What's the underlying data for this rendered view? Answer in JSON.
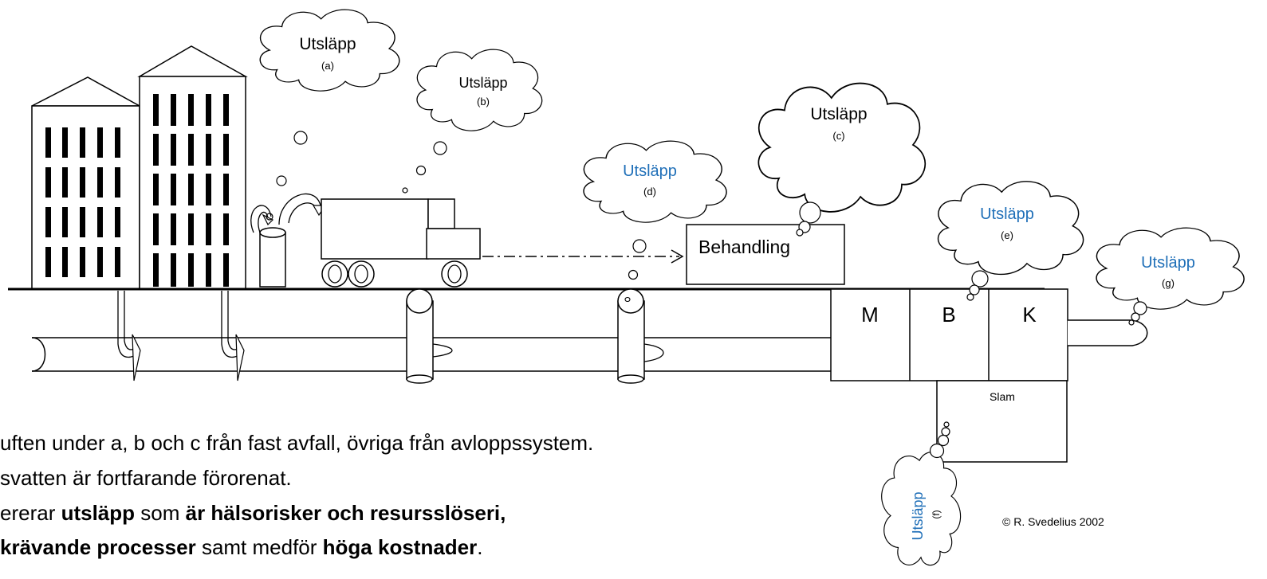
{
  "labels": {
    "a": {
      "title": "Utsläpp",
      "letter": "(a)"
    },
    "b": {
      "title": "Utsläpp",
      "letter": "(b)"
    },
    "c": {
      "title": "Utsläpp",
      "letter": "(c)"
    },
    "d": {
      "title": "Utsläpp",
      "letter": "(d)"
    },
    "e": {
      "title": "Utsläpp",
      "letter": "(e)"
    },
    "f": {
      "title": "Utsläpp",
      "letter": "(f)"
    },
    "g": {
      "title": "Utsläpp",
      "letter": "(g)"
    },
    "treatment": "Behandling",
    "plant_m": "M",
    "plant_b": "B",
    "plant_k": "K",
    "sludge": "Slam",
    "copyright": "© R. Svedelius 2002"
  },
  "caption": {
    "line1": "uften under a, b och c från fast avfall, övriga från avloppssystem.",
    "line2": "svatten är fortfarande förorenat.",
    "line3_a": "ererar ",
    "line3_b": "utsläpp",
    "line3_c": " som ",
    "line3_d": "är hälsorisker och resursslöseri,",
    "line4_a": "krävande processer",
    "line4_b": " samt medför ",
    "line4_c": "höga kostnader",
    "line4_d": "."
  },
  "colors": {
    "accent_text": "#1f6fb8",
    "ink": "#000000"
  }
}
